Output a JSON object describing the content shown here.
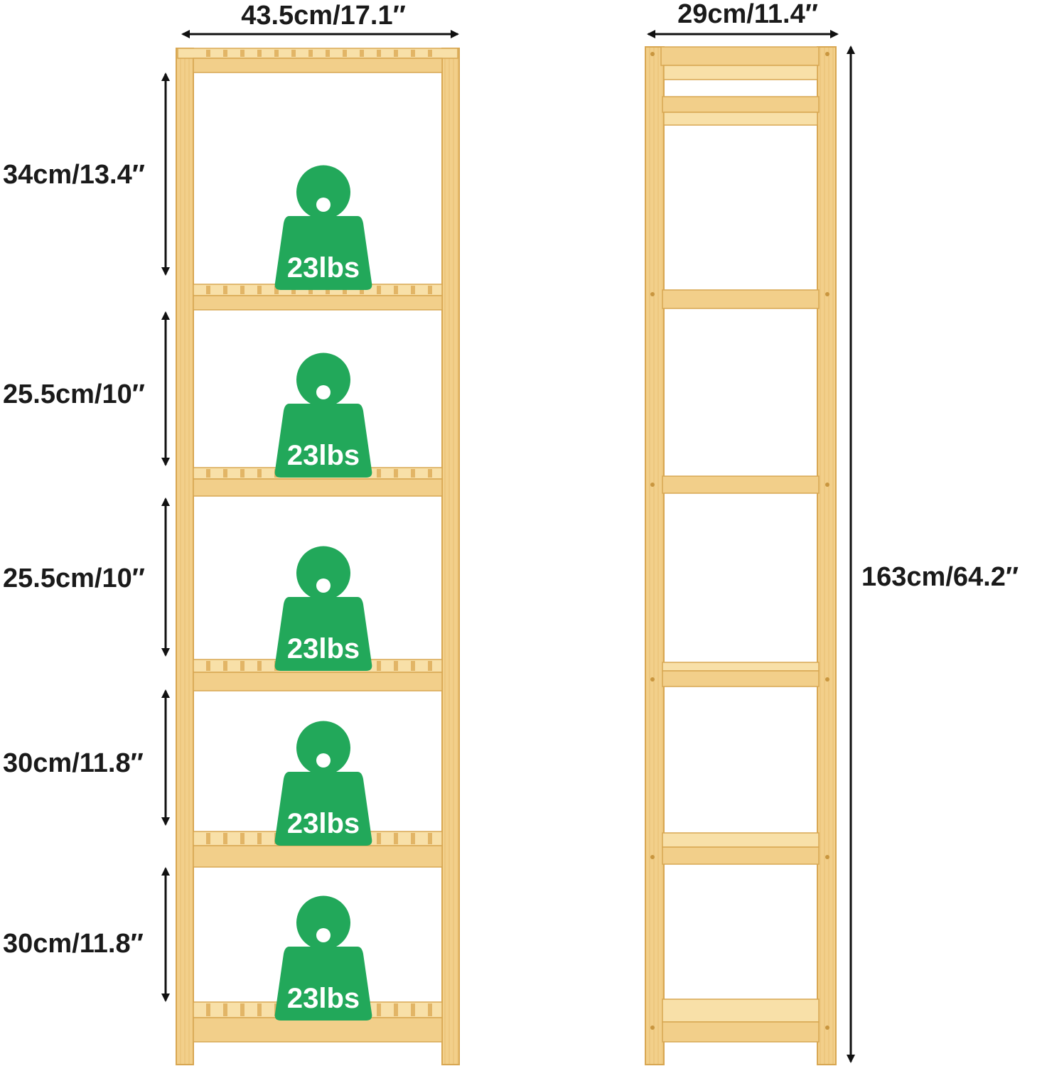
{
  "colors": {
    "wood": "#f2cf8a",
    "wood_light": "#f8e0a8",
    "wood_dark": "#e2b566",
    "wood_edge": "#c9963f",
    "weight_green": "#22a85a",
    "text": "#1a1a1a",
    "arrow": "#111111"
  },
  "icons": [
    "weight-icon",
    "double-arrow-icon"
  ],
  "front_view": {
    "width_label": "43.5cm/17.1″",
    "shelf_gaps": [
      {
        "label": "34cm/13.4″"
      },
      {
        "label": "25.5cm/10″"
      },
      {
        "label": "25.5cm/10″"
      },
      {
        "label": "30cm/11.8″"
      },
      {
        "label": "30cm/11.8″"
      }
    ],
    "load_labels": [
      "23lbs",
      "23lbs",
      "23lbs",
      "23lbs",
      "23lbs"
    ]
  },
  "side_view": {
    "depth_label": "29cm/11.4″",
    "height_label": "163cm/64.2″"
  }
}
